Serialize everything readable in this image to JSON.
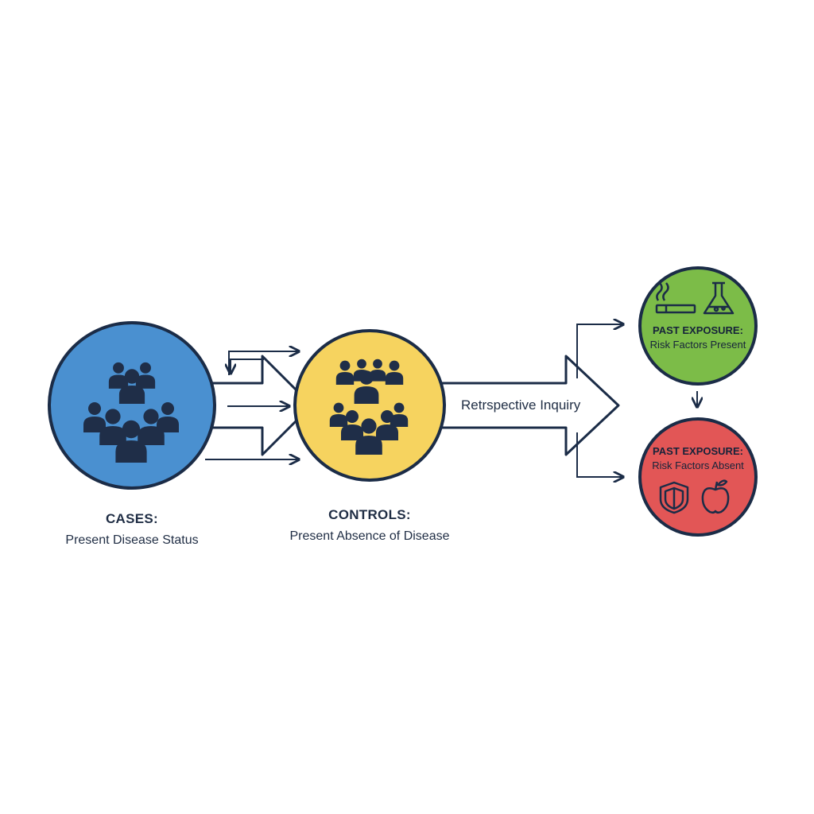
{
  "cases": {
    "title": "CASES:",
    "subtitle": "Present Disease Status"
  },
  "controls": {
    "title": "CONTROLS:",
    "subtitle": "Present Absence of Disease"
  },
  "inquiry": {
    "label": "Retrspective Inquiry"
  },
  "exposure_present": {
    "title": "PAST EXPOSURE:",
    "subtitle": "Risk Factors Present"
  },
  "exposure_absent": {
    "title": "PAST EXPOSURE:",
    "subtitle": "Risk Factors Absent"
  },
  "colors": {
    "cases": "#4a90d0",
    "controls": "#f6d35f",
    "present": "#7cbc48",
    "absent": "#e25656",
    "outline": "#1b2c47",
    "people": "#1f2e48"
  },
  "icons": {
    "cases": "people-group-icon",
    "controls": "people-group-icon",
    "present": [
      "cigarette-icon",
      "flask-icon"
    ],
    "absent": [
      "shield-icon",
      "apple-icon"
    ]
  }
}
